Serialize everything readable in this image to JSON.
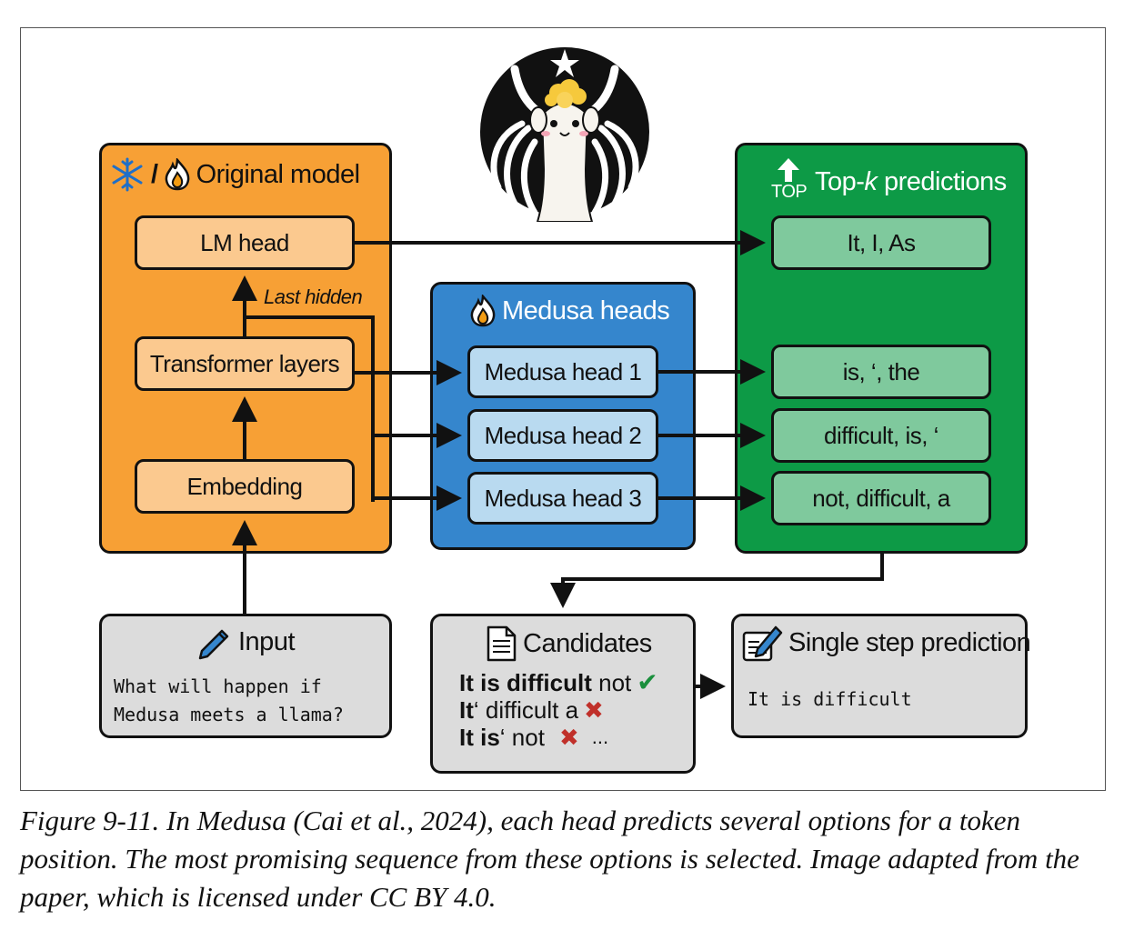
{
  "original_model": {
    "title": "Original model",
    "separator": "/"
  },
  "boxes": {
    "lm_head": "LM head",
    "transformer": "Transformer layers",
    "embedding": "Embedding",
    "last_hidden": "Last hidden"
  },
  "medusa": {
    "title": "Medusa heads",
    "heads": [
      "Medusa head 1",
      "Medusa head 2",
      "Medusa head 3"
    ]
  },
  "topk": {
    "top_icon_label": "TOP",
    "title_prefix": "Top-",
    "title_k": "k",
    "title_suffix": " predictions",
    "rows": [
      "It, I, As",
      "is, ‘, the",
      "difficult, is, ‘",
      "not, difficult, a"
    ]
  },
  "input": {
    "title": "Input",
    "line1": "What will happen if",
    "line2": "Medusa meets a llama?"
  },
  "candidates": {
    "title": "Candidates",
    "rows": [
      {
        "bold": "It is difficult",
        "rest": " not",
        "status": "✔"
      },
      {
        "bold": "It",
        "rest": "‘ difficult a",
        "status": "✖"
      },
      {
        "bold": "It is",
        "rest": "‘ not",
        "status": "✖",
        "extra": "..."
      }
    ]
  },
  "single_step": {
    "title": "Single step prediction",
    "text": "It is difficult"
  },
  "caption": "Figure 9-11. In Medusa (Cai et al., 2024), each head predicts several options for a token position. The most promising sequence from these options is selected. Image adapted from the paper, which is licensed under CC BY 4.0.",
  "colors": {
    "orange": "#f7a035",
    "orange_box": "#fbc98f",
    "blue": "#3586cd",
    "blue_box": "#b9daf0",
    "green": "#0d9a46",
    "green_box": "#7fc99d",
    "gray": "#dcdcdc"
  }
}
